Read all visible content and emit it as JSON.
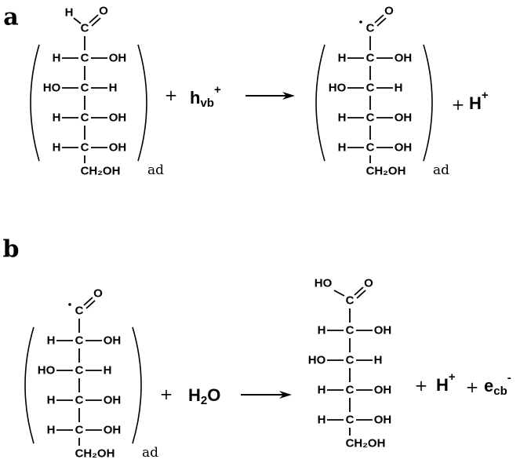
{
  "panels": [
    {
      "label": "a",
      "reactant": {
        "kind": "aldehyde",
        "top_h": "H",
        "top_c": "C",
        "top_o": "O",
        "rows": [
          {
            "left": "H",
            "c": "C",
            "right": "OH"
          },
          {
            "left": "HO",
            "c": "C",
            "right": "H"
          },
          {
            "left": "H",
            "c": "C",
            "right": "OH"
          },
          {
            "left": "H",
            "c": "C",
            "right": "OH"
          }
        ],
        "bottom": "CH₂OH",
        "subscript": "ad"
      },
      "reagent_plus": "+",
      "reagent": {
        "base": "h",
        "sub": "vb",
        "sup": "+"
      },
      "product": {
        "kind": "radical",
        "top_c": "C",
        "top_o": "O",
        "rows": [
          {
            "left": "H",
            "c": "C",
            "right": "OH"
          },
          {
            "left": "HO",
            "c": "C",
            "right": "H"
          },
          {
            "left": "H",
            "c": "C",
            "right": "OH"
          },
          {
            "left": "H",
            "c": "C",
            "right": "OH"
          }
        ],
        "bottom": "CH₂OH",
        "subscript": "ad"
      },
      "byproducts": [
        {
          "plus": "+",
          "base": "H",
          "sub": "",
          "sup": "+"
        }
      ]
    },
    {
      "label": "b",
      "reactant": {
        "kind": "radical",
        "top_c": "C",
        "top_o": "O",
        "rows": [
          {
            "left": "H",
            "c": "C",
            "right": "OH"
          },
          {
            "left": "HO",
            "c": "C",
            "right": "H"
          },
          {
            "left": "H",
            "c": "C",
            "right": "OH"
          },
          {
            "left": "H",
            "c": "C",
            "right": "OH"
          }
        ],
        "bottom": "CH₂OH",
        "subscript": "ad"
      },
      "reagent_plus": "+",
      "reagent": {
        "base": "H",
        "sub": "2",
        "sup": "",
        "tail": "O"
      },
      "product": {
        "kind": "acid",
        "top_ho": "HO",
        "top_c": "C",
        "top_o": "O",
        "rows": [
          {
            "left": "H",
            "c": "C",
            "right": "OH"
          },
          {
            "left": "HO",
            "c": "C",
            "right": "H"
          },
          {
            "left": "H",
            "c": "C",
            "right": "OH"
          },
          {
            "left": "H",
            "c": "C",
            "right": "OH"
          }
        ],
        "bottom": "CH₂OH",
        "subscript": ""
      },
      "byproducts": [
        {
          "plus": "+",
          "base": "H",
          "sub": "",
          "sup": "+"
        },
        {
          "plus": "+",
          "base": "e",
          "sub": "cb",
          "sup": "-"
        }
      ]
    }
  ]
}
